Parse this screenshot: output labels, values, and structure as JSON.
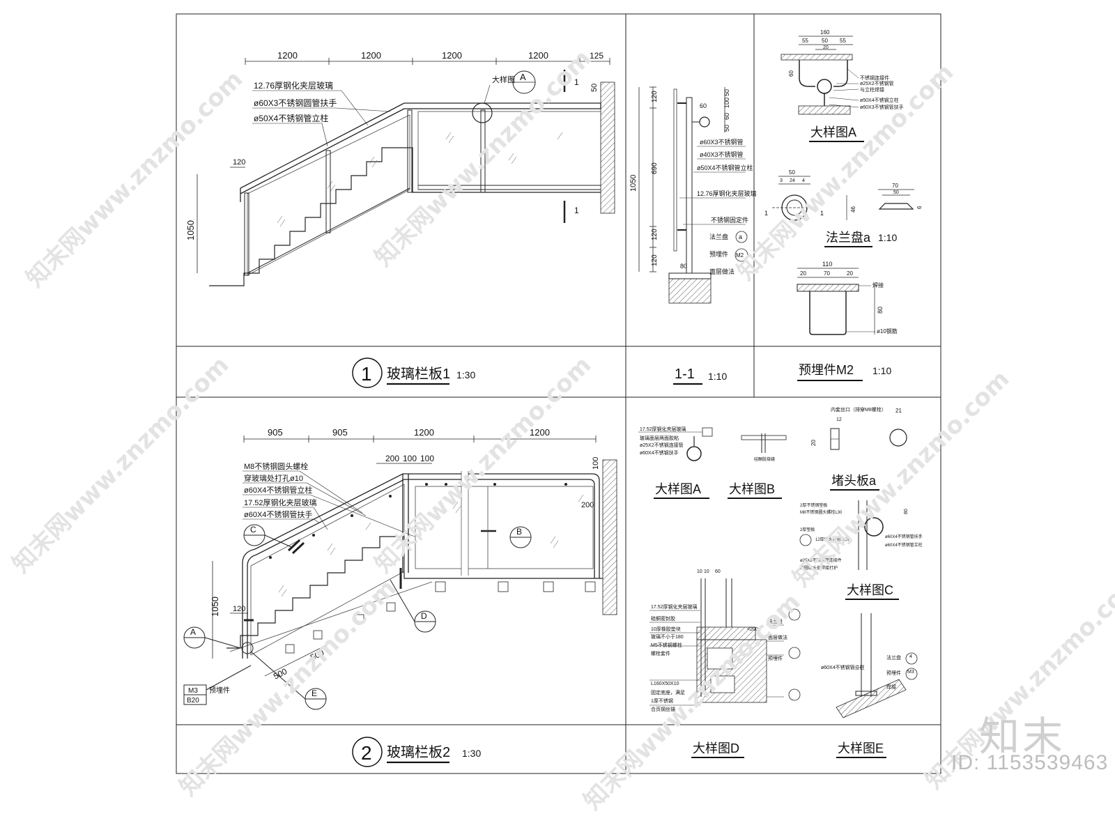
{
  "panels": {
    "p1": {
      "num": "1",
      "title": "玻璃栏板1",
      "scale": "1:30"
    },
    "p2": {
      "num": "2",
      "title": "玻璃栏板2",
      "scale": "1:30"
    },
    "sec": {
      "title": "1-1",
      "scale": "1:10"
    },
    "m2": {
      "title": "预埋件M2",
      "scale": "1:10"
    },
    "flange": {
      "title": "法兰盘a",
      "scale": "1:10"
    },
    "detailA_top": {
      "title": "大样图A"
    },
    "detailA": {
      "title": "大样图A"
    },
    "detailB": {
      "title": "大样图B"
    },
    "endplate": {
      "title": "堵头板a"
    },
    "detailC": {
      "title": "大样图C"
    },
    "detailD": {
      "title": "大样图D"
    },
    "detailE": {
      "title": "大样图E"
    }
  },
  "p1_dims": {
    "seg1": "1200",
    "seg2": "1200",
    "seg3": "1200",
    "seg4": "1200",
    "end": "125",
    "height": "1050",
    "post_offset": "120",
    "wall": "50"
  },
  "p1_notes": {
    "glass": "12.76厚钢化夹层玻璃",
    "handrail": "ø60X3不锈钢圆管扶手",
    "post": "ø50X4不锈钢管立柱",
    "detail": "大样图",
    "bubble": "A",
    "section": "1"
  },
  "p2_dims": {
    "seg1": "905",
    "seg2": "905",
    "seg3": "1200",
    "seg4": "1200",
    "a": "200",
    "b": "100",
    "c": "100",
    "right1": "100",
    "right2": "200",
    "height": "1050",
    "post_offset": "120",
    "step1": "500",
    "step2": "500"
  },
  "p2_notes": {
    "bolt": "M8不锈钢圆头螺栓",
    "hole": "穿玻璃处打孔ø10",
    "post": "ø60X4不锈钢管立柱",
    "glass": "17.52厚钢化夹层玻璃",
    "handrail": "ø60X4不锈钢管扶手",
    "embed": "预埋件",
    "M3": "M3",
    "B20": "B20",
    "bA": "A",
    "bB": "B",
    "bC": "C",
    "bD": "D",
    "bE": "E"
  },
  "sec_dims": {
    "d120a": "120",
    "d690": "690",
    "d120b": "120",
    "d120c": "120",
    "total": "1050",
    "d50a": "50",
    "d100": "100",
    "d60": "60",
    "d50b": "50",
    "d80": "80"
  },
  "sec_notes": {
    "n1": "ø60X3不锈钢管",
    "n2": "ø40X3不锈钢管",
    "n3": "ø50X4不锈钢管立柱",
    "n4": "12.76厚钢化夹层玻璃",
    "n5": "不锈钢固定件",
    "n6": "法兰盘",
    "n7": "预埋件",
    "n8": "面层做法",
    "n9": "a",
    "n10": "M2"
  },
  "a_dims": {
    "w160": "160",
    "d55a": "55",
    "d50": "50",
    "d55b": "55",
    "d20": "20",
    "d60": "60"
  },
  "a_notes": {
    "n1": "不锈钢连接件",
    "n2": "ø25X2不锈钢管",
    "n3": "与立柱焊接",
    "n4": "ø50X4不锈钢立柱",
    "n5": "ø60X3不锈钢管扶手"
  },
  "flange_dims": {
    "d50": "50",
    "d3": "3",
    "d24": "24",
    "d4": "4",
    "d70": "70",
    "d50b": "50",
    "d46": "46",
    "d6": "6",
    "label1": "1"
  },
  "m2_dims": {
    "d110": "110",
    "d20a": "20",
    "d70": "70",
    "d20b": "20",
    "d80": "80"
  },
  "m2_notes": {
    "weld": "焊接",
    "bar": "ø10钢筋"
  },
  "lower_notes": {
    "a1": "17.52厚钢化夹层玻璃",
    "a2": "玻璃面层两面胶粘",
    "a3": "ø25X2不锈钢连接管",
    "a4": "ø60X4不锈钢扶手",
    "b1": "硅酮胶接缝",
    "e_top": "内套丝口（排穿M8螺栓）",
    "e_d21": "21",
    "e_d12": "12",
    "e_d20": "20",
    "c1": "2厚不锈钢垫板",
    "c2": "M8不锈钢圆头螺栓L30",
    "c3": "2厚垫板",
    "c4": "12厚堵头板用胶封",
    "c5": "ø25X2不锈钢管连接件",
    "c6": "ø60X4不锈钢管扶手",
    "c7": "ø60X4不锈钢管立柱",
    "c8": "两圆端头处焊接打护",
    "c9": "80",
    "d1": "17.52厚钢化夹层玻璃",
    "d2": "硅酮密封胶",
    "d3": "10厚橡胶垫块",
    "d4": "玻璃不小于180",
    "d5": "M5不锈钢螺栓",
    "d6": "螺栓套件",
    "d7": "L160X50X10",
    "d8": "固定底座，满足",
    "d9": "1厚不锈钢",
    "d10": "合页钢丝锚",
    "d11": "法兰盘",
    "d12": "面层做法",
    "d13": "预埋件",
    "d14": "<200",
    "d15": "10",
    "d16": "10",
    "d17": "60",
    "e1": "ø60X4不锈钢管立柱",
    "e2": "法兰盘",
    "e3": "预埋件",
    "e4": "焊接",
    "e5": "4",
    "e6": "M3"
  },
  "watermark": {
    "text": "知末网www.znzmo.com",
    "logo": "知末",
    "id": "ID: 1153539463"
  }
}
